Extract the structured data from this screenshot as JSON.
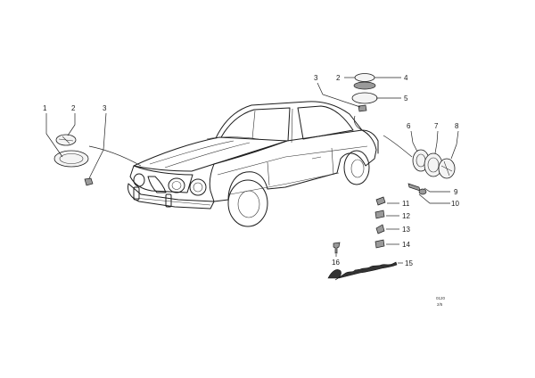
{
  "callouts": {
    "c1": "1",
    "c2": "2",
    "c3": "3",
    "c2b": "2",
    "c3b": "3",
    "c4": "4",
    "c5": "5",
    "c6": "6",
    "c7": "7",
    "c8": "8",
    "c9": "9",
    "c10": "10",
    "c11": "11",
    "c12": "12",
    "c13": "13",
    "c14": "14",
    "c15": "15",
    "c16": "16"
  },
  "reference": {
    "line1": "0120",
    "line2": "2/5"
  }
}
